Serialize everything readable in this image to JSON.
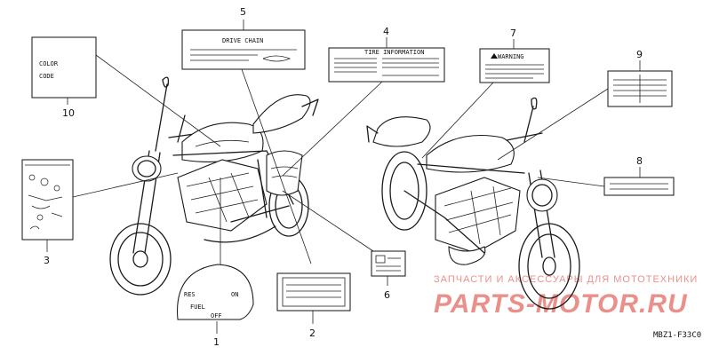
{
  "diagram": {
    "part_code": "MBZ1-F33C0",
    "callouts": [
      "1",
      "2",
      "3",
      "4",
      "5",
      "6",
      "7",
      "8",
      "9",
      "10"
    ],
    "labels": {
      "color_code_line1": "COLOR",
      "color_code_line2": "CODE",
      "drive_chain": "DRIVE CHAIN",
      "warning": "WARNING",
      "tire_info": "TIRE INFORMATION",
      "key_res": "RES",
      "key_on": "ON",
      "key_fuel": "FUEL",
      "key_off": "OFF"
    }
  },
  "watermark": {
    "tagline": "ЗАПЧАСТИ И АКСЕССУАРЫ ДЛЯ МОТОТЕХНИКИ",
    "brand": "PARTS-MOTOR.RU",
    "color": "#d9342b"
  }
}
